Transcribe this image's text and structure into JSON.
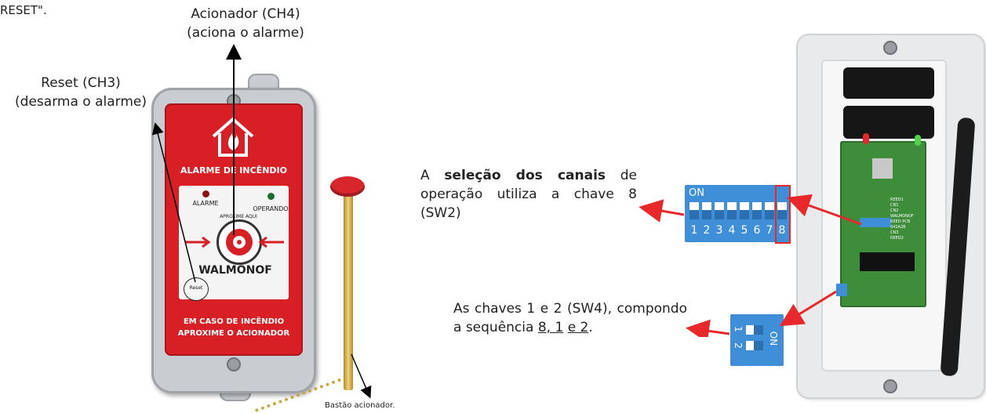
{
  "intro_fragment": "RESET\".",
  "callouts": {
    "acionador_line1": "Acionador (CH4)",
    "acionador_line2": "(aciona o alarme)",
    "reset_line1": "Reset (CH3)",
    "reset_line2": "(desarma o alarme)",
    "bastao": "Bastão acionador."
  },
  "device": {
    "title": "ALARME DE INCÊNDIO",
    "led_left": "ALARME",
    "led_right": "OPERANDO",
    "ring_text": "APROXIME AQUI",
    "brand": "WALMONOF",
    "reset_label": "Reset",
    "footer_line1": "EM CASO DE INCÊNDIO",
    "footer_line2": "APROXIME O ACIONADOR"
  },
  "paragraph1": {
    "pre": "A ",
    "bold": "seleção dos canais",
    "post": " de operação utiliza a chave 8 (SW2)"
  },
  "paragraph2": {
    "pre": "As chaves 1 e 2 (SW4), compondo a sequência ",
    "seq_a": "8, 1",
    "seq_b": "e 2",
    "end": "."
  },
  "dip_big": {
    "on_label": "ON",
    "numbers": [
      "1",
      "2",
      "3",
      "4",
      "5",
      "6",
      "7",
      "8"
    ]
  },
  "dip_small": {
    "on_label": "ON",
    "numbers": [
      "1",
      "2"
    ]
  },
  "receiver": {
    "labels": [
      "REED1",
      "CN1",
      "CN2",
      "WALMONOF",
      "REED PCB",
      "S41A2B",
      "CN3",
      "REED2"
    ]
  },
  "colors": {
    "arrow_red": "#e8282b",
    "alarm_red": "#d81f26",
    "dip_blue": "#3f8ed8"
  }
}
